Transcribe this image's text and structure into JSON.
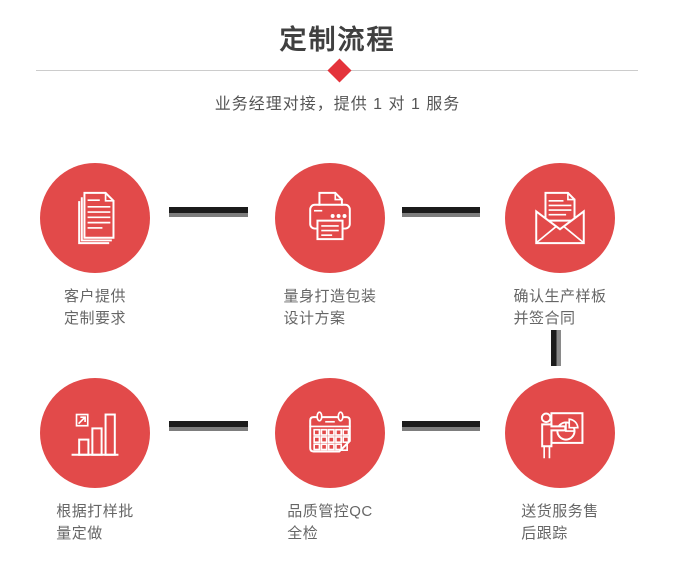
{
  "header": {
    "title": "定制流程",
    "subtitle": "业务经理对接，提供 1 对 1 服务"
  },
  "steps": [
    {
      "icon": "documents-icon",
      "label_line1": "客户提供",
      "label_line2": "定制要求"
    },
    {
      "icon": "printer-icon",
      "label_line1": "量身打造包装",
      "label_line2": "设计方案"
    },
    {
      "icon": "envelope-icon",
      "label_line1": "确认生产样板",
      "label_line2": "并签合同"
    },
    {
      "icon": "bar-chart-icon",
      "label_line1": "根据打样批",
      "label_line2": "量定做"
    },
    {
      "icon": "calendar-icon",
      "label_line1": "品质管控QC",
      "label_line2": "全检"
    },
    {
      "icon": "presentation-icon",
      "label_line1": "送货服务售",
      "label_line2": "后跟踪"
    }
  ],
  "colors": {
    "circle_red": "#e24a4a",
    "diamond_red": "#e4333b",
    "connector_dark": "#1b1b1b",
    "connector_gray": "#7d7d7d",
    "title_text": "#404040",
    "subtitle_text": "#555555",
    "label_text": "#666666",
    "divider_line": "#cccccc"
  }
}
